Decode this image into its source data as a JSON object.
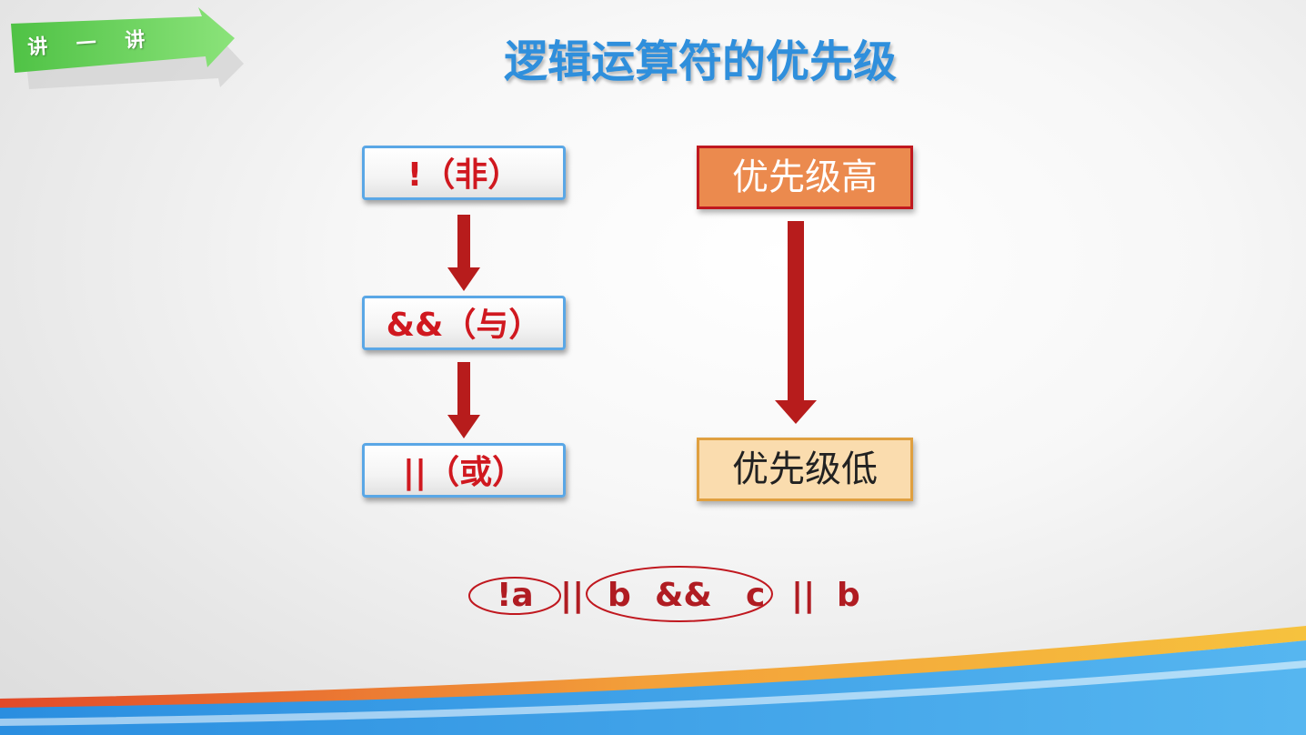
{
  "badge": {
    "label": "讲 一 讲"
  },
  "title": "逻辑运算符的优先级",
  "operators": [
    {
      "label": "!（非）"
    },
    {
      "label": "&&（与）"
    },
    {
      "label": "||（或）"
    }
  ],
  "priority": {
    "high": "优先级高",
    "low": "优先级低"
  },
  "expression": {
    "tokens": [
      "!a",
      "||",
      "b",
      "&&",
      "c",
      "||",
      "b"
    ]
  },
  "colors": {
    "title": "#2f8fdc",
    "operator_text": "#d0181f",
    "operator_border": "#5aa7e6",
    "arrow": "#b71c1c",
    "priority_high_bg": "#eb8a4e",
    "priority_low_bg": "#fadcae",
    "badge_green": "#5fcf4f"
  }
}
